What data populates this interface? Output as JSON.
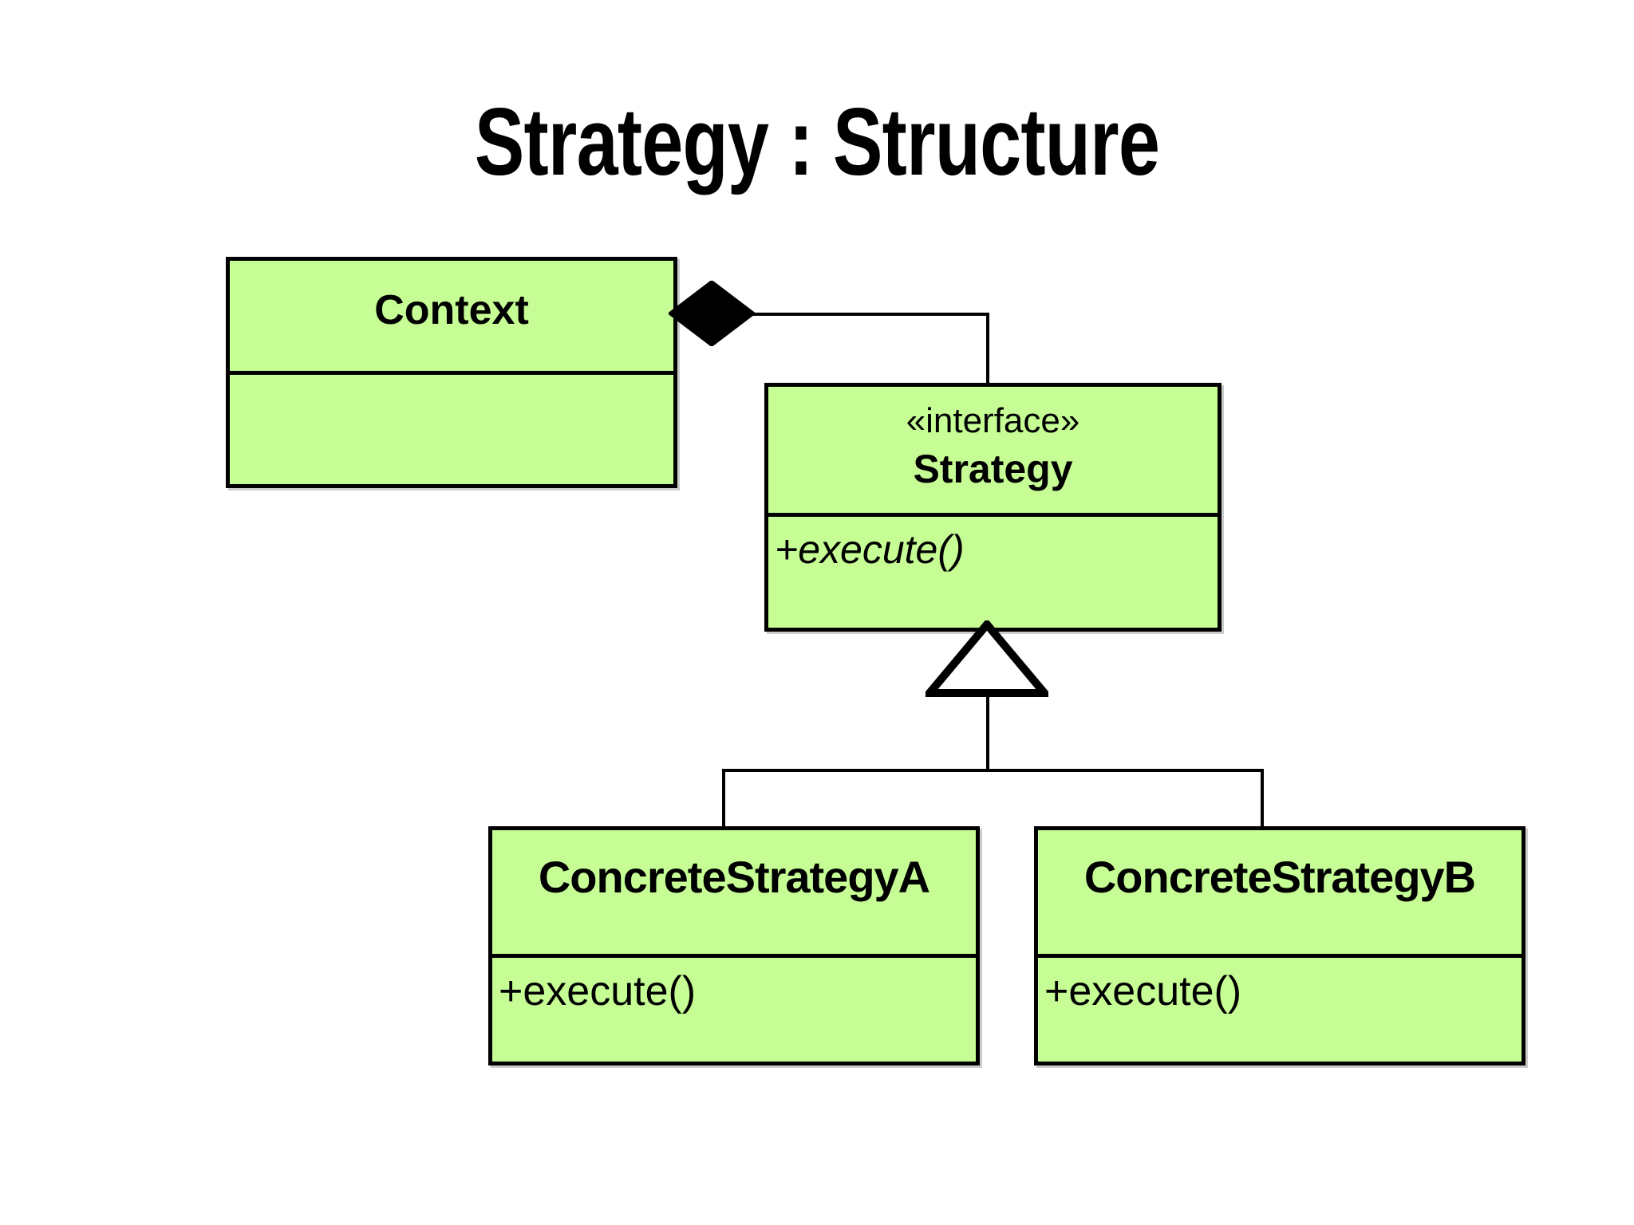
{
  "slide": {
    "title": "Strategy : Structure",
    "background_color": "#FFFFFF"
  },
  "theme": {
    "class_fill": "#C6FE95",
    "stroke": "#000000",
    "text": "#000000"
  },
  "diagram": {
    "kind": "uml-class-diagram",
    "pattern": "Strategy",
    "classes": [
      {
        "id": "context",
        "name": "Context",
        "stereotype": "",
        "members": [],
        "abstract": false
      },
      {
        "id": "strategy",
        "name": "Strategy",
        "stereotype": "«interface»",
        "members": [
          "+execute()"
        ],
        "abstract": true
      },
      {
        "id": "concreteStrategyA",
        "name": "ConcreteStrategyA",
        "stereotype": "",
        "members": [
          "+execute()"
        ],
        "abstract": false
      },
      {
        "id": "concreteStrategyB",
        "name": "ConcreteStrategyB",
        "stereotype": "",
        "members": [
          "+execute()"
        ],
        "abstract": false
      }
    ],
    "relationships": [
      {
        "id": "context-strategy",
        "type": "composition",
        "from": "context",
        "to": "strategy",
        "marker": "filled-diamond",
        "label": ""
      },
      {
        "id": "a-strategy",
        "type": "generalization",
        "from": "concreteStrategyA",
        "to": "strategy",
        "marker": "hollow-triangle",
        "label": ""
      },
      {
        "id": "b-strategy",
        "type": "generalization",
        "from": "concreteStrategyB",
        "to": "strategy",
        "marker": "hollow-triangle",
        "label": ""
      }
    ]
  }
}
